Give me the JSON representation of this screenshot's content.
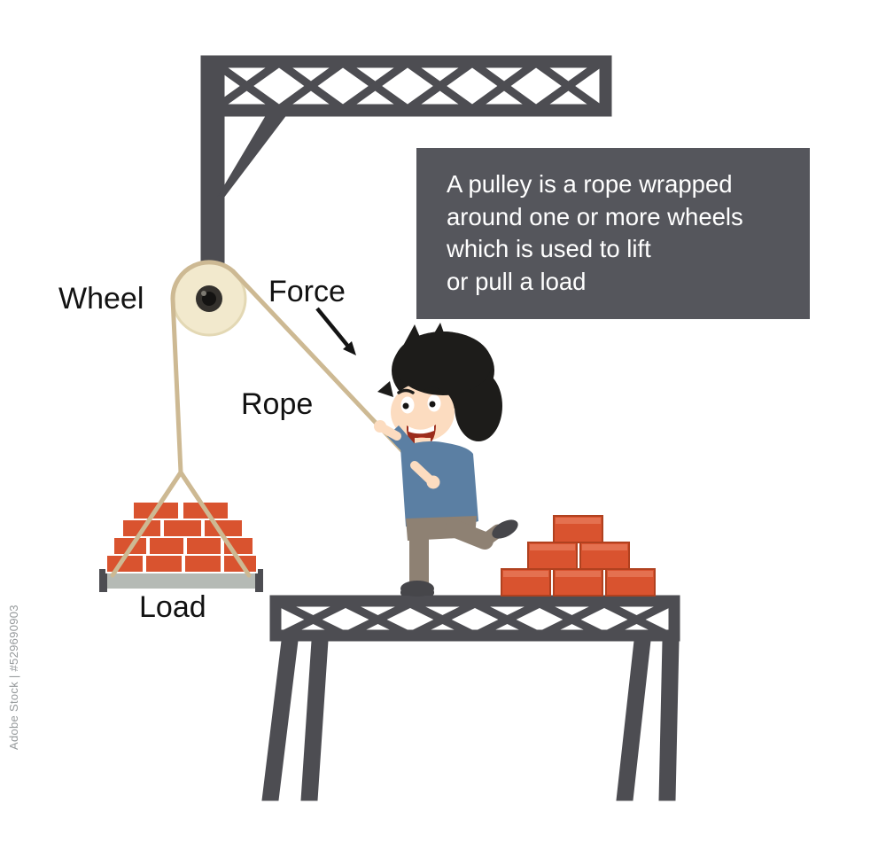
{
  "labels": {
    "wheel": "Wheel",
    "force": "Force",
    "rope": "Rope",
    "load": "Load"
  },
  "infobox": {
    "lines": [
      "A pulley is a rope wrapped",
      "around one or more wheels",
      "which is used to lift",
      "or pull a load"
    ],
    "background": "#55565c",
    "text_color": "#ffffff"
  },
  "watermark": {
    "text": "Adobe Stock | #529690903"
  },
  "colors": {
    "truss": "#4d4d52",
    "rope": "#cdb993",
    "pulley_disc": "#f2e9cd",
    "pulley_rim": "#e3d8b4",
    "pulley_hub": "#34312d",
    "pulley_hub_core": "#141312",
    "brick": "#d9532f",
    "brick_top": "#e47150",
    "brick_outline": "#b0411f",
    "platform": "#b5bab5",
    "skin": "#fcdcc0",
    "hair": "#1d1c1a",
    "shirt": "#5b7fa3",
    "pants": "#8e8173",
    "shoes": "#46464a",
    "arrow": "#141414",
    "label_text": "#121212"
  }
}
